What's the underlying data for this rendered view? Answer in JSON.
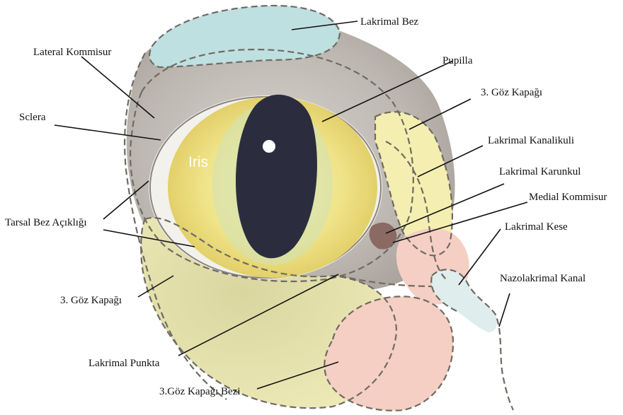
{
  "diagram": {
    "iris_label": "Iris",
    "labels": {
      "lakrimal_bez": "Lakrimal Bez",
      "lateral_kommisur": "Lateral Kommisur",
      "pupilla": "Pupilla",
      "goz_kapagi_3_upper": "3. Göz Kapağı",
      "sclera": "Sclera",
      "lakrimal_kanalikuli": "Lakrimal Kanalikuli",
      "lakrimal_karunkul": "Lakrimal Karunkul",
      "medial_kommisur": "Medial Kommisur",
      "tarsal_bez": "Tarsal Bez Açıklığı",
      "lakrimal_kese": "Lakrimal Kese",
      "nazolakrimal_kanal": "Nazolakrimal Kanal",
      "goz_kapagi_3_lower": "3. Göz Kapağı",
      "lakrimal_punkta": "Lakrimal Punkta",
      "goz_kapagi_bezi": "3.Göz Kapağı Bezi"
    },
    "colors": {
      "iris": "#f0e48a",
      "pupil": "#2b2d3e",
      "fur": "#bdb7b1",
      "lacrimal_gland": "#bfe0e0",
      "third_eyelid": "#f4efb0",
      "third_eyelid_gland": "#f5cfc3",
      "lacrimal_sac": "#dfeeed",
      "outline": "#6f6a63"
    }
  }
}
